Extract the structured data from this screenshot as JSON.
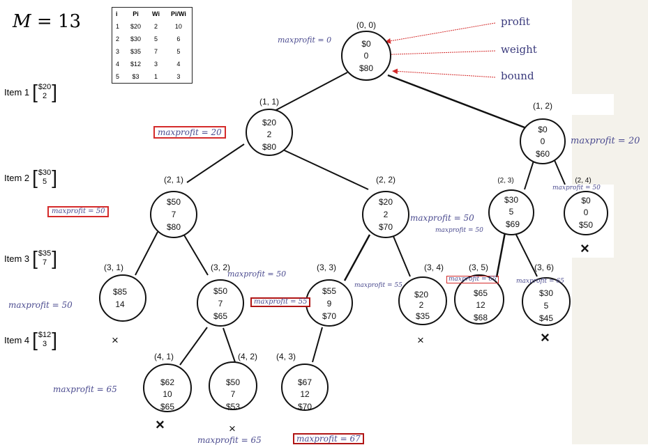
{
  "capacity_label": "M",
  "capacity_value": "13",
  "table": {
    "headers": [
      "i",
      "Pi",
      "Wi",
      "Pi/Wi"
    ],
    "rows": [
      [
        "1",
        "$20",
        "2",
        "10"
      ],
      [
        "2",
        "$30",
        "5",
        "6"
      ],
      [
        "3",
        "$35",
        "7",
        "5"
      ],
      [
        "4",
        "$12",
        "3",
        "4"
      ],
      [
        "5",
        "$3",
        "1",
        "3"
      ]
    ]
  },
  "items": [
    {
      "label": "Item 1",
      "p": "$20",
      "w": "2"
    },
    {
      "label": "Item 2",
      "p": "$30",
      "w": "5"
    },
    {
      "label": "Item 3",
      "p": "$35",
      "w": "7"
    },
    {
      "label": "Item 4",
      "p": "$12",
      "w": "3"
    }
  ],
  "legend": {
    "profit": "profit",
    "weight": "weight",
    "bound": "bound"
  },
  "nodes": [
    {
      "label": "(0, 0)",
      "profit": "$0",
      "weight": "0",
      "bound": "$80"
    },
    {
      "label": "(1, 1)",
      "profit": "$20",
      "weight": "2",
      "bound": "$80"
    },
    {
      "label": "(1, 2)",
      "profit": "$0",
      "weight": "0",
      "bound": "$60"
    },
    {
      "label": "(2, 1)",
      "profit": "$50",
      "weight": "7",
      "bound": "$80"
    },
    {
      "label": "(2, 2)",
      "profit": "$20",
      "weight": "2",
      "bound": "$70"
    },
    {
      "label": "(2, 3)",
      "profit": "$30",
      "weight": "5",
      "bound": "$69"
    },
    {
      "label": "(2, 4)",
      "profit": "$0",
      "weight": "0",
      "bound": "$50"
    },
    {
      "label": "(3, 1)",
      "profit": "$85",
      "weight": "14",
      "bound": ""
    },
    {
      "label": "(3, 2)",
      "profit": "$50",
      "weight": "7",
      "bound": "$65"
    },
    {
      "label": "(3, 3)",
      "profit": "$55",
      "weight": "9",
      "bound": "$70"
    },
    {
      "label": "(3, 4)",
      "profit": "$20",
      "weight": "2",
      "bound": "$35"
    },
    {
      "label": "(3, 5)",
      "profit": "$65",
      "weight": "12",
      "bound": "$68"
    },
    {
      "label": "(3, 6)",
      "profit": "$30",
      "weight": "5",
      "bound": "$45"
    },
    {
      "label": "(4, 1)",
      "profit": "$62",
      "weight": "10",
      "bound": "$65"
    },
    {
      "label": "(4, 2)",
      "profit": "$50",
      "weight": "7",
      "bound": "$53"
    },
    {
      "label": "(4, 3)",
      "profit": "$67",
      "weight": "12",
      "bound": "$70"
    }
  ],
  "maxprofit": [
    "maxprofit = 0",
    "maxprofit = 20",
    "maxprofit = 20",
    "maxprofit = 50",
    "maxprofit = 50",
    "maxprofit = 50",
    "maxprofit = 50",
    "maxprofit = 50",
    "maxprofit = 55",
    "maxprofit = 55",
    "maxprofit = 65",
    "maxprofit = 65",
    "maxprofit = 65",
    "maxprofit = 65",
    "maxprofit = 67",
    "maxprofit = 50"
  ],
  "prune_mark": "×"
}
